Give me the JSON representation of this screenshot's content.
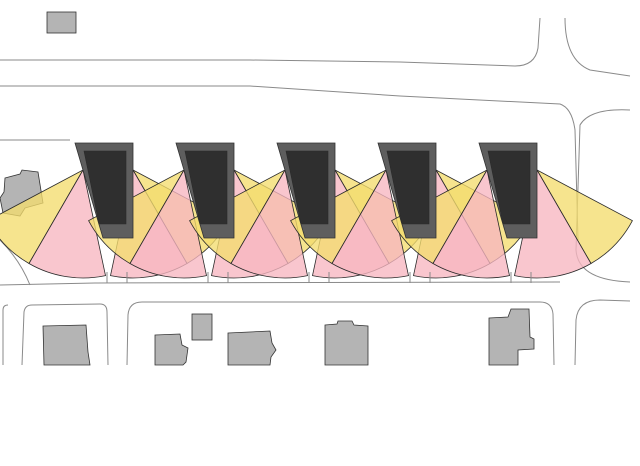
{
  "colors": {
    "background": "#ffffff",
    "road_line": "#8a8a8a",
    "neighbour_building": "#b4b4b4",
    "tower_frame": "#5e5e5e",
    "tower_core": "#2f2f2f",
    "view_cone_yellow": "#f4dc6e",
    "view_cone_pink": "#f7b6c0"
  },
  "towers": [
    {
      "id": 1
    },
    {
      "id": 2
    },
    {
      "id": 3
    },
    {
      "id": 4
    },
    {
      "id": 5
    }
  ],
  "view_cones": {
    "left_colors": [
      "yellow",
      "pink"
    ],
    "right_colors": [
      "yellow",
      "pink"
    ]
  }
}
